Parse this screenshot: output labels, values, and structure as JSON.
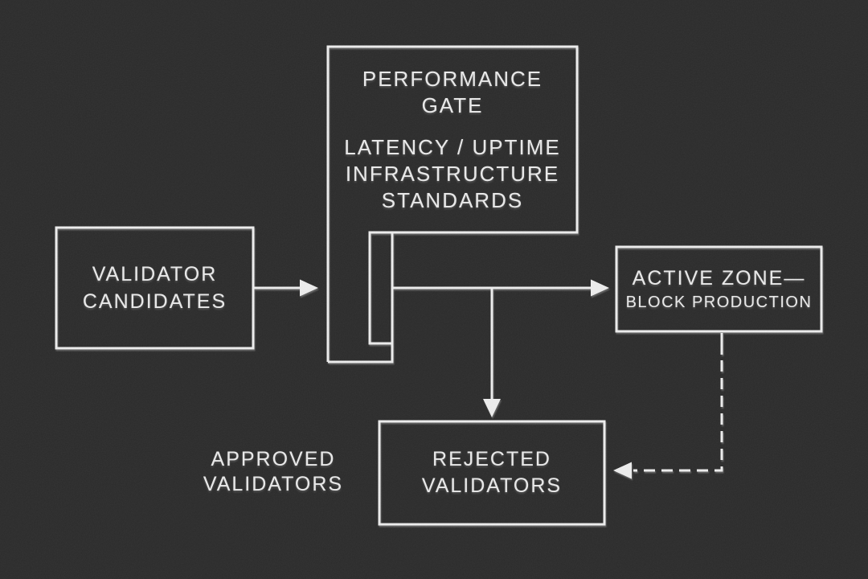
{
  "meta": {
    "background_color": "#2b2b2b",
    "ink_color": "#ededed",
    "diagram_type": "flowchart"
  },
  "nodes": {
    "candidates": {
      "line1": "VALIDATOR",
      "line2": "CANDIDATES"
    },
    "gate": {
      "title1": "PERFORMANCE",
      "title2": "GATE",
      "body1": "LATENCY / UPTIME",
      "body2": "INFRASTRUCTURE",
      "body3": "STANDARDS"
    },
    "active": {
      "line1": "ACTIVE ZONE—",
      "line2": "BLOCK PRODUCTION"
    },
    "rejected": {
      "line1": "REJECTED",
      "line2": "VALIDATORS"
    },
    "approved": {
      "line1": "APPROVED",
      "line2": "VALIDATORS"
    }
  },
  "edges": {
    "candidates_to_gate": "solid-arrow",
    "gate_to_active": "solid-arrow",
    "gate_to_rejected": "solid-arrow",
    "active_to_rejected": "dashed-arrow"
  }
}
